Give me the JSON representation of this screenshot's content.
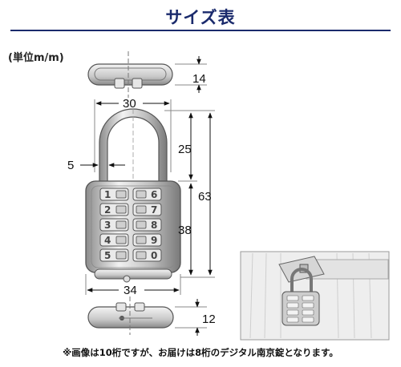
{
  "title": "サイズ表",
  "unit_label": "(単位m/m)",
  "dimensions": {
    "top_depth": "14",
    "body_width": "30",
    "shackle_height": "25",
    "shackle_diameter": "5",
    "overall_height": "63",
    "body_height": "38",
    "bottom_width": "34",
    "bottom_depth": "12"
  },
  "keypad": {
    "left_column": [
      "1",
      "2",
      "3",
      "4",
      "5"
    ],
    "right_column": [
      "6",
      "7",
      "8",
      "9",
      "0"
    ]
  },
  "footnote": "※画像は10桁ですが、お届けは8桁のデジタル南京錠となります。"
}
